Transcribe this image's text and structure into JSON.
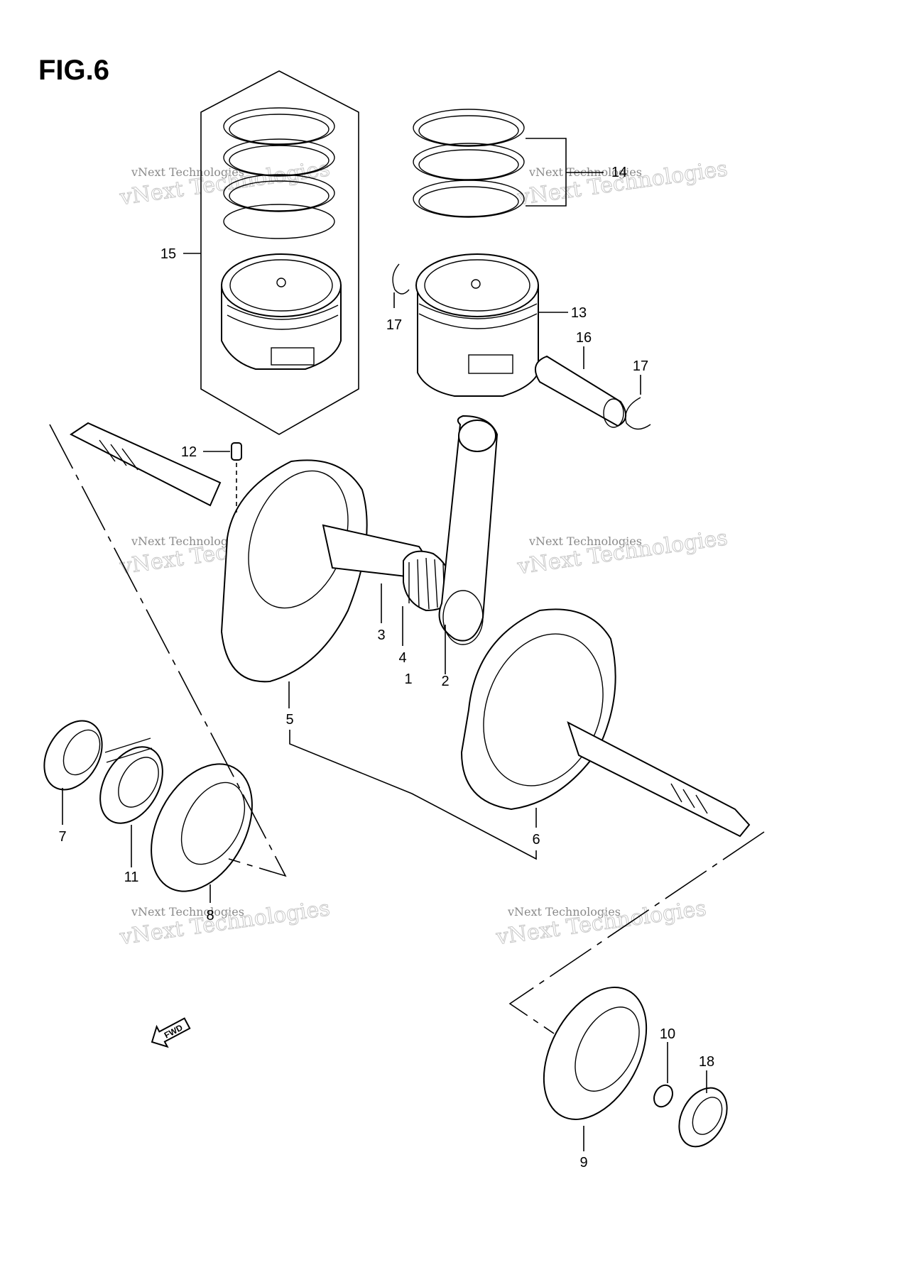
{
  "figure": {
    "title": "FIG.6"
  },
  "watermark": {
    "line1": "vNext Technologies",
    "line2": "vNext Technologies"
  },
  "callouts": [
    {
      "id": "1",
      "text": "1"
    },
    {
      "id": "2",
      "text": "2"
    },
    {
      "id": "3",
      "text": "3"
    },
    {
      "id": "4",
      "text": "4"
    },
    {
      "id": "5",
      "text": "5"
    },
    {
      "id": "6",
      "text": "6"
    },
    {
      "id": "7",
      "text": "7"
    },
    {
      "id": "8",
      "text": "8"
    },
    {
      "id": "9",
      "text": "9"
    },
    {
      "id": "10",
      "text": "10"
    },
    {
      "id": "11",
      "text": "11"
    },
    {
      "id": "12",
      "text": "12"
    },
    {
      "id": "13",
      "text": "13"
    },
    {
      "id": "14",
      "text": "14"
    },
    {
      "id": "15",
      "text": "15"
    },
    {
      "id": "16",
      "text": "16"
    },
    {
      "id": "17a",
      "text": "17"
    },
    {
      "id": "17b",
      "text": "17"
    },
    {
      "id": "18",
      "text": "18"
    }
  ],
  "fwd_badge": {
    "text": "FWD"
  }
}
